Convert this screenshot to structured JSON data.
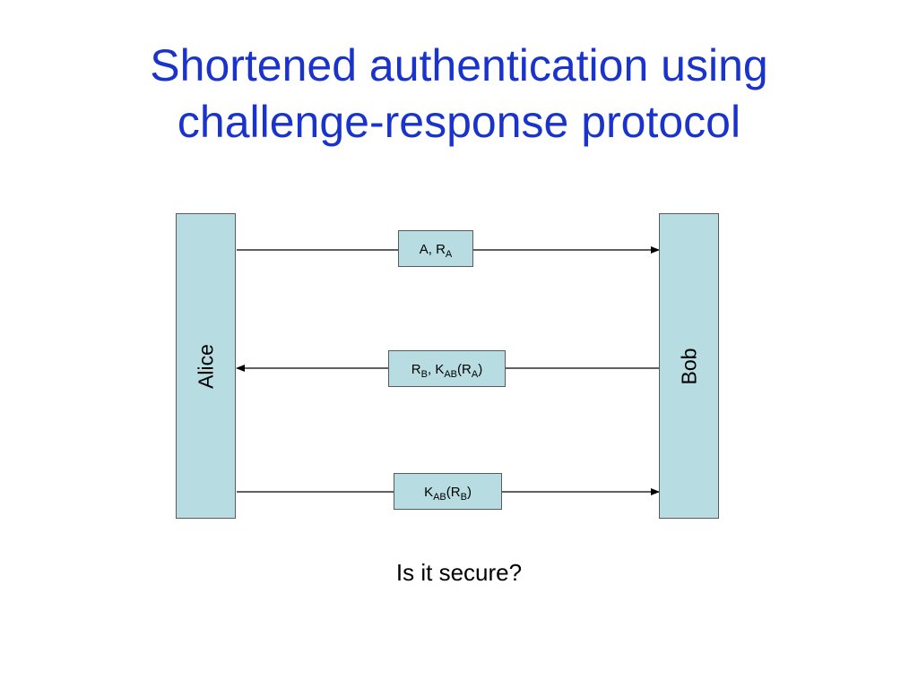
{
  "title": {
    "line1": "Shortened authentication using",
    "line2": "challenge-response protocol"
  },
  "parties": {
    "left": "Alice",
    "right": "Bob"
  },
  "messages": [
    {
      "direction": "Alice→Bob",
      "parts": [
        [
          "A, R",
          "A"
        ]
      ]
    },
    {
      "direction": "Bob→Alice",
      "parts": [
        [
          "R",
          "B"
        ],
        [
          ", K",
          "AB"
        ],
        [
          "(R",
          "A"
        ],
        [
          ")",
          ""
        ]
      ]
    },
    {
      "direction": "Alice→Bob",
      "parts": [
        [
          "K",
          "AB"
        ],
        [
          "(R",
          "B"
        ],
        [
          ")",
          ""
        ]
      ]
    }
  ],
  "question": "Is it secure?",
  "colors": {
    "title": "#1a33cc",
    "box_fill": "#b7dde2",
    "line": "#000000"
  }
}
